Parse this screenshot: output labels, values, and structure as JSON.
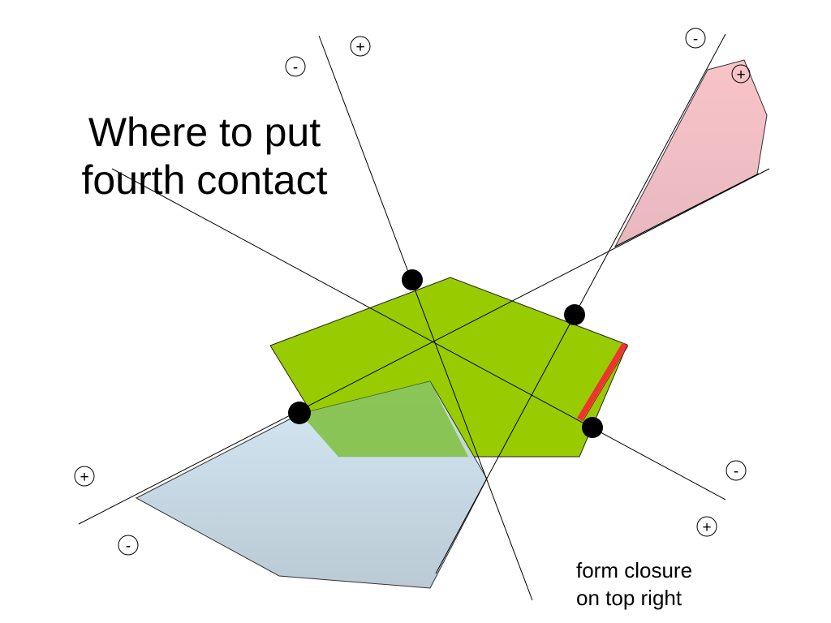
{
  "title": {
    "line1": "Where to put",
    "line2": "fourth contact"
  },
  "caption": {
    "line1": "form closure",
    "line2": "on top right"
  },
  "signs": {
    "plus": "+",
    "minus": "-"
  },
  "colors": {
    "object_fill": "#99cc00",
    "pink_region_top": "#f8c4c8",
    "pink_region_bottom": "#e8b8c0",
    "blue_region_top": "#cfe6f4",
    "blue_region_bottom": "#b3c4cf",
    "highlight_edge": "#ee3333",
    "contact_point": "#000000",
    "line": "#000000"
  }
}
